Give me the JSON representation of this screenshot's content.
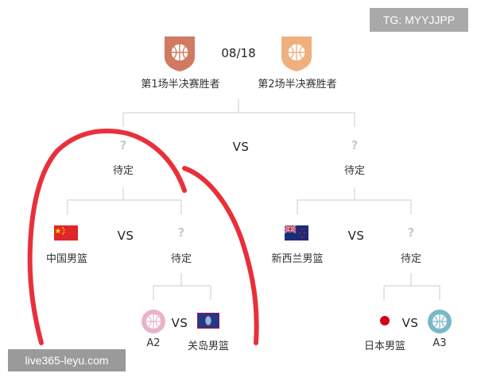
{
  "watermarks": {
    "top": "TG: MYYJJPP",
    "bottom": "live365-leyu.com"
  },
  "final": {
    "date": "08/18",
    "left_label": "第1场半决赛胜者",
    "right_label": "第2场半决赛胜者",
    "left_badge_color": "#d07a62",
    "right_badge_color": "#f0b07e"
  },
  "semifinal": {
    "vs": "VS",
    "left_q": "?",
    "left_label": "待定",
    "right_q": "?",
    "right_label": "待定"
  },
  "quarter_left": {
    "team": "中国男篮",
    "vs": "VS",
    "q": "?",
    "tbd": "待定"
  },
  "quarter_right": {
    "team": "新西兰男篮",
    "vs": "VS",
    "q": "?",
    "tbd": "待定"
  },
  "round1_left": {
    "seed": "A2",
    "vs": "VS",
    "team": "关岛男篮",
    "badge_color": "#e8b3c9"
  },
  "round1_right": {
    "team": "日本男篮",
    "vs": "VS",
    "seed": "A3",
    "badge_color": "#79b8c8"
  },
  "annotation": {
    "color": "#e8303a"
  }
}
